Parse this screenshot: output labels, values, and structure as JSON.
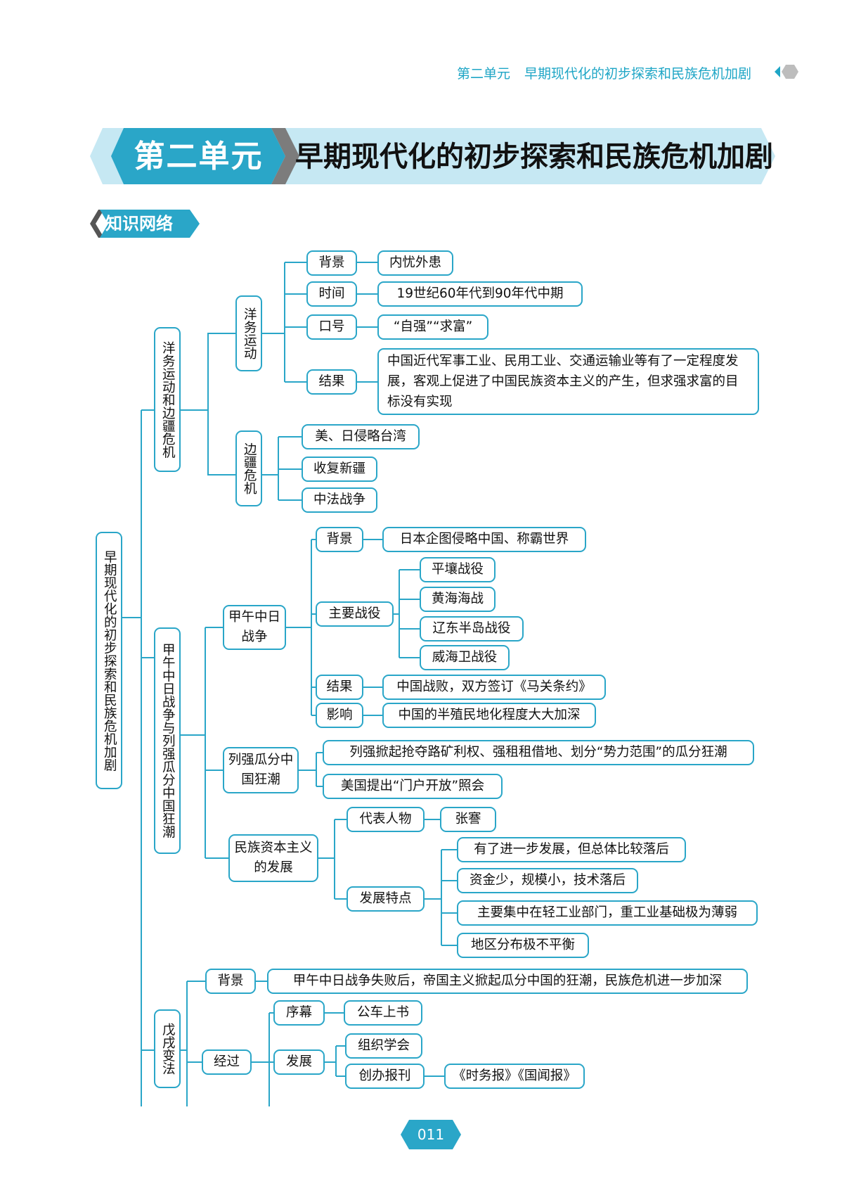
{
  "header": {
    "unit": "第二单元",
    "title": "早期现代化的初步探索和民族危机加剧"
  },
  "banner": {
    "unit": "第二单元",
    "title": "早期现代化的初步探索和民族危机加剧"
  },
  "section": {
    "label": "知识网络"
  },
  "mindmap": {
    "root": "早期现代化的初步探索和民族危机加剧",
    "branch1": {
      "label": "洋务运动和边疆危机",
      "yangwu": {
        "label": "洋务运动",
        "bg_key": "背景",
        "bg_val": "内忧外患",
        "time_key": "时间",
        "time_val": "19世纪60年代到90年代中期",
        "slogan_key": "口号",
        "slogan_val": "“自强”“求富”",
        "result_key": "结果",
        "result_val": "中国近代军事工业、民用工业、交通运输业等有了一定程度发展，客观上促进了中国民族资本主义的产生，但求强求富的目标没有实现"
      },
      "frontier": {
        "label": "边疆危机",
        "item1": "美、日侵略台湾",
        "item2": "收复新疆",
        "item3": "中法战争"
      }
    },
    "branch2": {
      "label": "甲午中日战争与列强瓜分中国狂潮",
      "war": {
        "label": "甲午中日战争",
        "bg_key": "背景",
        "bg_val": "日本企图侵略中国、称霸世界",
        "battles_key": "主要战役",
        "battle1": "平壤战役",
        "battle2": "黄海海战",
        "battle3": "辽东半岛战役",
        "battle4": "威海卫战役",
        "result_key": "结果",
        "result_val": "中国战败，双方签订《马关条约》",
        "impact_key": "影响",
        "impact_val": "中国的半殖民地化程度大大加深"
      },
      "partition": {
        "label": "列强瓜分中国狂潮",
        "item1": "列强掀起抢夺路矿利权、强租租借地、划分“势力范围”的瓜分狂潮",
        "item2": "美国提出“门户开放”照会"
      },
      "capital": {
        "label": "民族资本主义的发展",
        "rep_key": "代表人物",
        "rep_val": "张謇",
        "feat_key": "发展特点",
        "feat1": "有了进一步发展，但总体比较落后",
        "feat2": "资金少，规模小，技术落后",
        "feat3": "主要集中在轻工业部门，重工业基础极为薄弱",
        "feat4": "地区分布极不平衡"
      }
    },
    "branch3": {
      "label": "戊戌变法",
      "bg_key": "背景",
      "bg_val": "甲午中日战争失败后，帝国主义掀起瓜分中国的狂潮，民族危机进一步加深",
      "process_key": "经过",
      "prelude_key": "序幕",
      "prelude_val": "公车上书",
      "develop_key": "发展",
      "develop1": "组织学会",
      "develop2_key": "创办报刊",
      "develop2_val": "《时务报》《国闻报》"
    }
  },
  "footer": {
    "page": "011"
  },
  "colors": {
    "accent": "#2aa6c8",
    "banner_light": "#c6e8f3",
    "gray": "#9a9a9a"
  }
}
